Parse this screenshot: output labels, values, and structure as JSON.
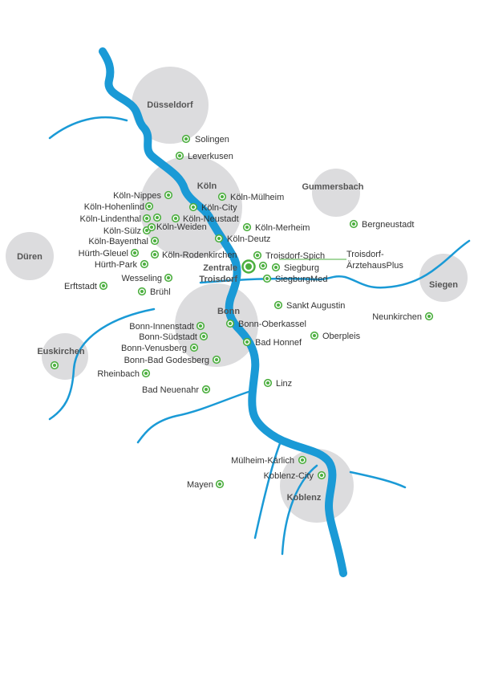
{
  "colors": {
    "river": "#1a9ad6",
    "region_fill": "#dcdcde",
    "marker": "#4caf3f",
    "text": "#333333",
    "region_text": "#555555"
  },
  "regions": [
    {
      "id": "duesseldorf",
      "name": "Düsseldorf"
    },
    {
      "id": "koeln",
      "name": "Köln"
    },
    {
      "id": "gummersbach",
      "name": "Gummersbach"
    },
    {
      "id": "dueren",
      "name": "Düren"
    },
    {
      "id": "bonn",
      "name": "Bonn"
    },
    {
      "id": "siegen",
      "name": "Siegen"
    },
    {
      "id": "euskirchen",
      "name": "Euskirchen"
    },
    {
      "id": "koblenz",
      "name": "Koblenz"
    }
  ],
  "headquarters": {
    "line1": "Zentrale",
    "line2": "Troisdorf"
  },
  "locations": [
    {
      "id": "solingen",
      "name": "Solingen"
    },
    {
      "id": "leverkusen",
      "name": "Leverkusen"
    },
    {
      "id": "koeln-nippes",
      "name": "Köln-Nippes"
    },
    {
      "id": "koeln-muelheim",
      "name": "Köln-Mülheim"
    },
    {
      "id": "koeln-hohenlind",
      "name": "Köln-Hohenlind"
    },
    {
      "id": "koeln-city",
      "name": "Köln-City"
    },
    {
      "id": "koeln-lindenthal",
      "name": "Köln-Lindenthal"
    },
    {
      "id": "koeln-neustadt",
      "name": "Köln-Neustadt"
    },
    {
      "id": "koeln-suelz",
      "name": "Köln-Sülz"
    },
    {
      "id": "koeln-weiden",
      "name": "Köln-Weiden"
    },
    {
      "id": "koeln-merheim",
      "name": "Köln-Merheim"
    },
    {
      "id": "koeln-bayenthal",
      "name": "Köln-Bayenthal"
    },
    {
      "id": "koeln-deutz",
      "name": "Köln-Deutz"
    },
    {
      "id": "huerth-gleuel",
      "name": "Hürth-Gleuel"
    },
    {
      "id": "koeln-rodenkirchen",
      "name": "Köln-Rodenkirchen"
    },
    {
      "id": "troisdorf-spich",
      "name": "Troisdorf-Spich"
    },
    {
      "id": "huerth-park",
      "name": "Hürth-Park"
    },
    {
      "id": "siegburg",
      "name": "Siegburg"
    },
    {
      "id": "wesseling",
      "name": "Wesseling"
    },
    {
      "id": "siegburgmed",
      "name": "SiegburgMed"
    },
    {
      "id": "erftstadt",
      "name": "Erftstadt"
    },
    {
      "id": "bruehl",
      "name": "Brühl"
    },
    {
      "id": "sankt-augustin",
      "name": "Sankt Augustin"
    },
    {
      "id": "bonn-innenstadt",
      "name": "Bonn-Innenstadt"
    },
    {
      "id": "bonn-oberkassel",
      "name": "Bonn-Oberkassel"
    },
    {
      "id": "bonn-suedstadt",
      "name": "Bonn-Südstadt"
    },
    {
      "id": "oberpleis",
      "name": "Oberpleis"
    },
    {
      "id": "bonn-venusberg",
      "name": "Bonn-Venusberg"
    },
    {
      "id": "bad-honnef",
      "name": "Bad Honnef"
    },
    {
      "id": "bonn-bad-godesberg",
      "name": "Bonn-Bad Godesberg"
    },
    {
      "id": "rheinbach",
      "name": "Rheinbach"
    },
    {
      "id": "linz",
      "name": "Linz"
    },
    {
      "id": "bad-neuenahr",
      "name": "Bad Neuenahr"
    },
    {
      "id": "bergneustadt",
      "name": "Bergneustadt"
    },
    {
      "id": "neunkirchen",
      "name": "Neunkirchen"
    },
    {
      "id": "muelheim-kaerlich",
      "name": "Mülheim-Kärlich"
    },
    {
      "id": "koblenz-city",
      "name": "Koblenz-City"
    },
    {
      "id": "mayen",
      "name": "Mayen"
    },
    {
      "id": "euskirchen-site",
      "name": ""
    }
  ],
  "callout": {
    "line1": "Troisdorf-",
    "line2": "ÄrztehausPlus"
  }
}
